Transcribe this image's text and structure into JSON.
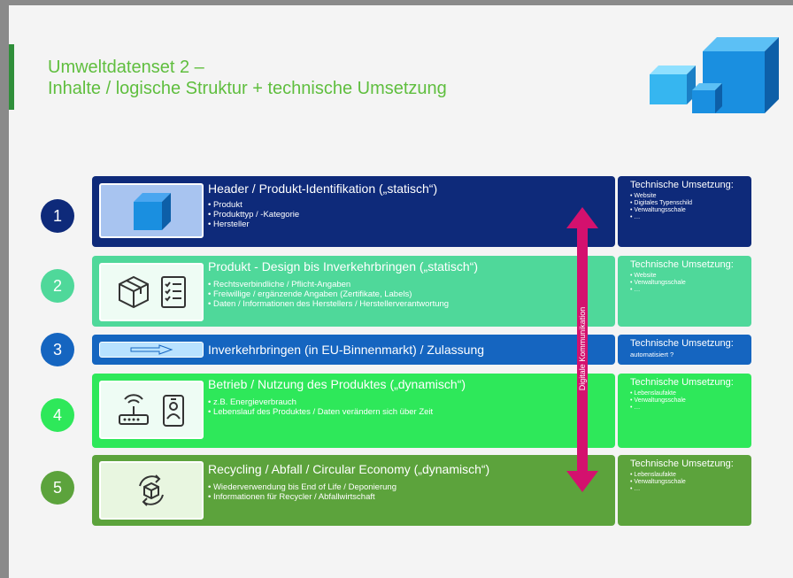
{
  "slide": {
    "title_line1": "Umweltdatenset 2 –",
    "title_line2": "Inhalte / logische Struktur + technische Umsetzung",
    "arrow_label": "Digitale Kommunikation",
    "rows": [
      {
        "number": "1",
        "title": "Header / Produkt-Identifikation („statisch“)",
        "bullets": [
          "Produkt",
          "Produkttyp / -Kategorie",
          "Hersteller"
        ],
        "tech_title": "Technische Umsetzung:",
        "tech_items": [
          "Website",
          "Digitales Typenschild",
          "Verwaltungsschale",
          "…"
        ],
        "colors": {
          "row": "#0e2a7a",
          "circle": "#0e2a7a",
          "tech": "#0e2a7a"
        }
      },
      {
        "number": "2",
        "title": "Produkt  - Design bis Inverkehrbringen („statisch“)",
        "bullets": [
          "Rechtsverbindliche / Pflicht-Angaben",
          "Freiwillige / ergänzende Angaben (Zertifikate, Labels)",
          "Daten / Informationen des Herstellers / Herstellerverantwortung"
        ],
        "tech_title": "Technische Umsetzung:",
        "tech_items": [
          "Website",
          "Verwaltungsschale",
          "…"
        ],
        "colors": {
          "row": "#4fd89a",
          "circle": "#4fd89a",
          "tech": "#4fd89a"
        }
      },
      {
        "number": "3",
        "title": "Inverkehrbringen (in EU-Binnenmarkt) / Zulassung",
        "bullets": [],
        "tech_title": "Technische Umsetzung:",
        "tech_plain": "automatisiert ?",
        "colors": {
          "row": "#1565c0",
          "circle": "#1565c0",
          "tech": "#1565c0"
        }
      },
      {
        "number": "4",
        "title": "Betrieb / Nutzung des Produktes („dynamisch“)",
        "bullets": [
          "z.B. Energieverbrauch",
          "Lebenslauf des Produktes / Daten verändern sich über Zeit"
        ],
        "tech_title": "Technische Umsetzung:",
        "tech_items": [
          "Lebenslaufakte",
          "Verwaltungsschale",
          "…"
        ],
        "colors": {
          "row": "#2ee85a",
          "circle": "#2ee85a",
          "tech": "#2ee85a"
        }
      },
      {
        "number": "5",
        "title": "Recycling / Abfall / Circular Economy („dynamisch“)",
        "bullets": [
          "Wiederverwendung bis End of Life / Deponierung",
          "Informationen für Recycler / Abfallwirtschaft"
        ],
        "tech_title": "Technische Umsetzung:",
        "tech_items": [
          "Lebenslaufakte",
          "Verwaltungsschale",
          "…"
        ],
        "colors": {
          "row": "#5ca33c",
          "circle": "#5ca33c",
          "tech": "#5ca33c"
        }
      }
    ],
    "colors": {
      "title": "#5fbe3e",
      "arrow": "#d4116e",
      "cube": "#1a8fe0"
    }
  }
}
